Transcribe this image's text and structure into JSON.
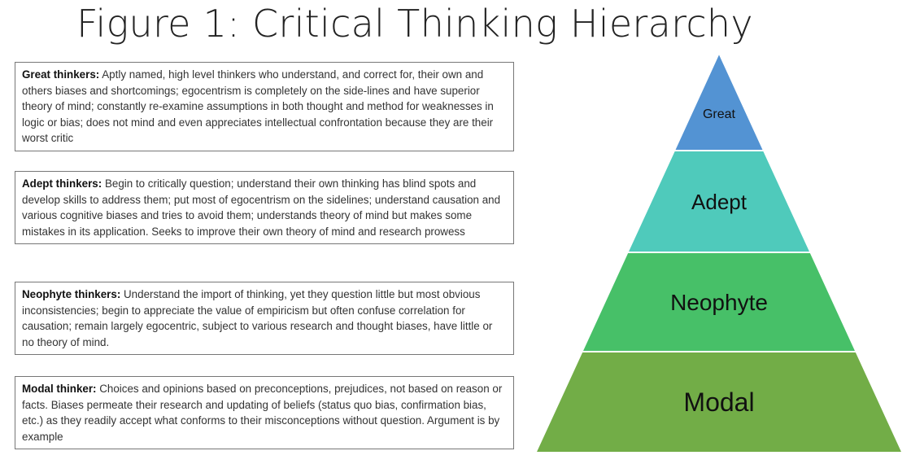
{
  "title": "Figure 1: Critical Thinking Hierarchy",
  "descriptions": [
    {
      "term": "Great thinkers:",
      "text": " Aptly named, high level thinkers who understand, and correct for, their own and others biases and shortcomings; egocentrism is completely on the side-lines and have superior theory of mind; constantly re-examine assumptions in both thought and method for weaknesses in logic or bias; does not mind and even appreciates intellectual confrontation because they are their worst critic"
    },
    {
      "term": "Adept thinkers:",
      "text": " Begin to critically question; understand their own thinking has blind spots and develop skills to address them; put most of egocentrism on the sidelines; understand causation and various cognitive biases and tries to avoid them; understands theory of mind but makes some mistakes in its application. Seeks to improve their own theory of mind and research prowess"
    },
    {
      "term": "Neophyte thinkers:",
      "text": " Understand the import of thinking, yet they question little but most obvious inconsistencies; begin to appreciate the value of empiricism but often confuse correlation for causation; remain largely egocentric, subject to various research and thought biases, have little or no theory of mind."
    },
    {
      "term": "Modal thinker:",
      "text": " Choices and opinions based on preconceptions, prejudices, not based on reason or facts. Biases permeate their research and updating of beliefs (status quo bias, confirmation bias, etc.) as they readily accept what conforms to their misconceptions without question. Argument is by example"
    }
  ],
  "pyramid": [
    {
      "label": "Great",
      "color": "#5393d3"
    },
    {
      "label": "Adept",
      "color": "#4fcabb"
    },
    {
      "label": "Neophyte",
      "color": "#47c068"
    },
    {
      "label": "Modal",
      "color": "#72ad47"
    }
  ]
}
